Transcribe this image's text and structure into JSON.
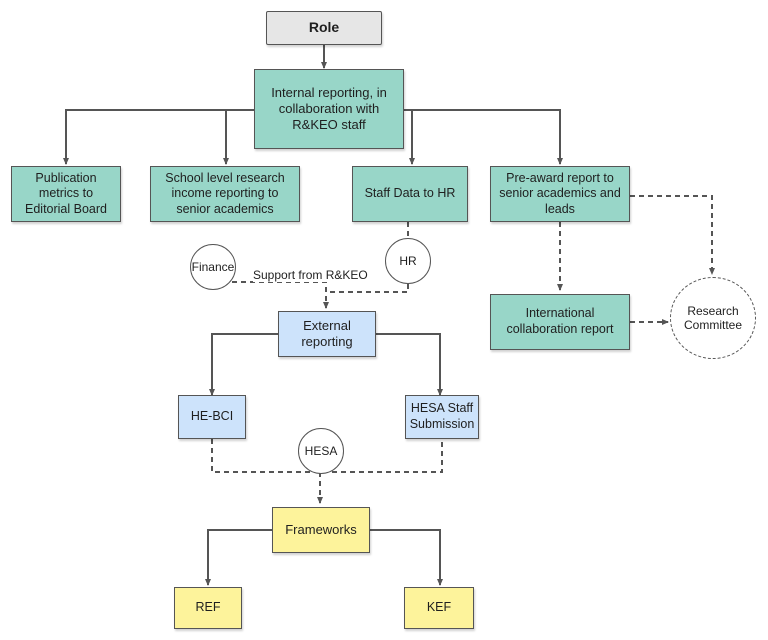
{
  "diagram": {
    "nodes": {
      "role": "Role",
      "internal": "Internal reporting, in collaboration with R&KEO staff",
      "publication": "Publication metrics to Editorial Board",
      "school": "School level research income reporting to senior academics",
      "staffdata": "Staff Data to HR",
      "preaward": "Pre-award report to senior academics and leads",
      "intl": "International collaboration report",
      "research": "Research Committee",
      "finance": "Finance",
      "hr": "HR",
      "external": "External reporting",
      "hebci": "HE-BCI",
      "hesastaff": "HESA Staff Submission",
      "hesa": "HESA",
      "frameworks": "Frameworks",
      "ref": "REF",
      "kef": "KEF"
    },
    "labels": {
      "support": "Support from R&KEO"
    },
    "colors": {
      "teal": "#98d6c8",
      "blue": "#cde3fb",
      "yellow": "#fdf39b",
      "grey": "#e6e6e6",
      "line": "#555555"
    }
  }
}
